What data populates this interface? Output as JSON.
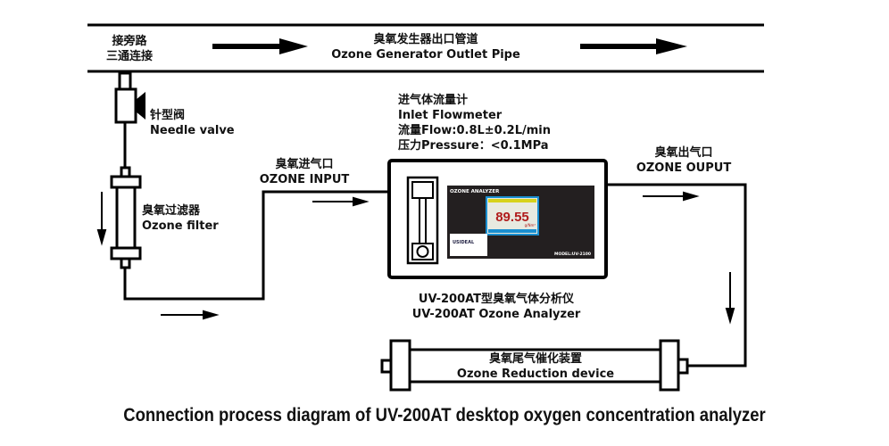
{
  "bypass": {
    "zh1": "接旁路",
    "zh2": "三通连接"
  },
  "outlet_pipe": {
    "zh": "臭氧发生器出口管道",
    "en": "Ozone Generator Outlet Pipe"
  },
  "needle_valve": {
    "zh": "针型阀",
    "en": "Needle valve"
  },
  "filter": {
    "zh": "臭氧过滤器",
    "en": "Ozone filter"
  },
  "ozone_input": {
    "zh": "臭氧进气口",
    "en": "OZONE INPUT"
  },
  "flowmeter": {
    "zh": "进气体流量计",
    "en": "Inlet Flowmeter",
    "flow": "流量Flow:0.8L±0.2L/min",
    "pressure": "压力Pressure：<0.1MPa"
  },
  "ozone_output": {
    "zh": "臭氧出气口",
    "en": "OZONE OUPUT"
  },
  "analyzer": {
    "zh": "UV-200AT型臭氧气体分析仪",
    "en": "UV-200AT Ozone Analyzer",
    "panel_title": "OZONE ANALYZER",
    "reading": "89.55",
    "unit": "g/Nm³",
    "brand": "USIDEAL",
    "model": "MODEL:UV-2100"
  },
  "reduction": {
    "zh": "臭氧尾气催化装置",
    "en": "Ozone Reduction device"
  },
  "title": "Connection process diagram of UV-200AT desktop oxygen concentration analyzer"
}
